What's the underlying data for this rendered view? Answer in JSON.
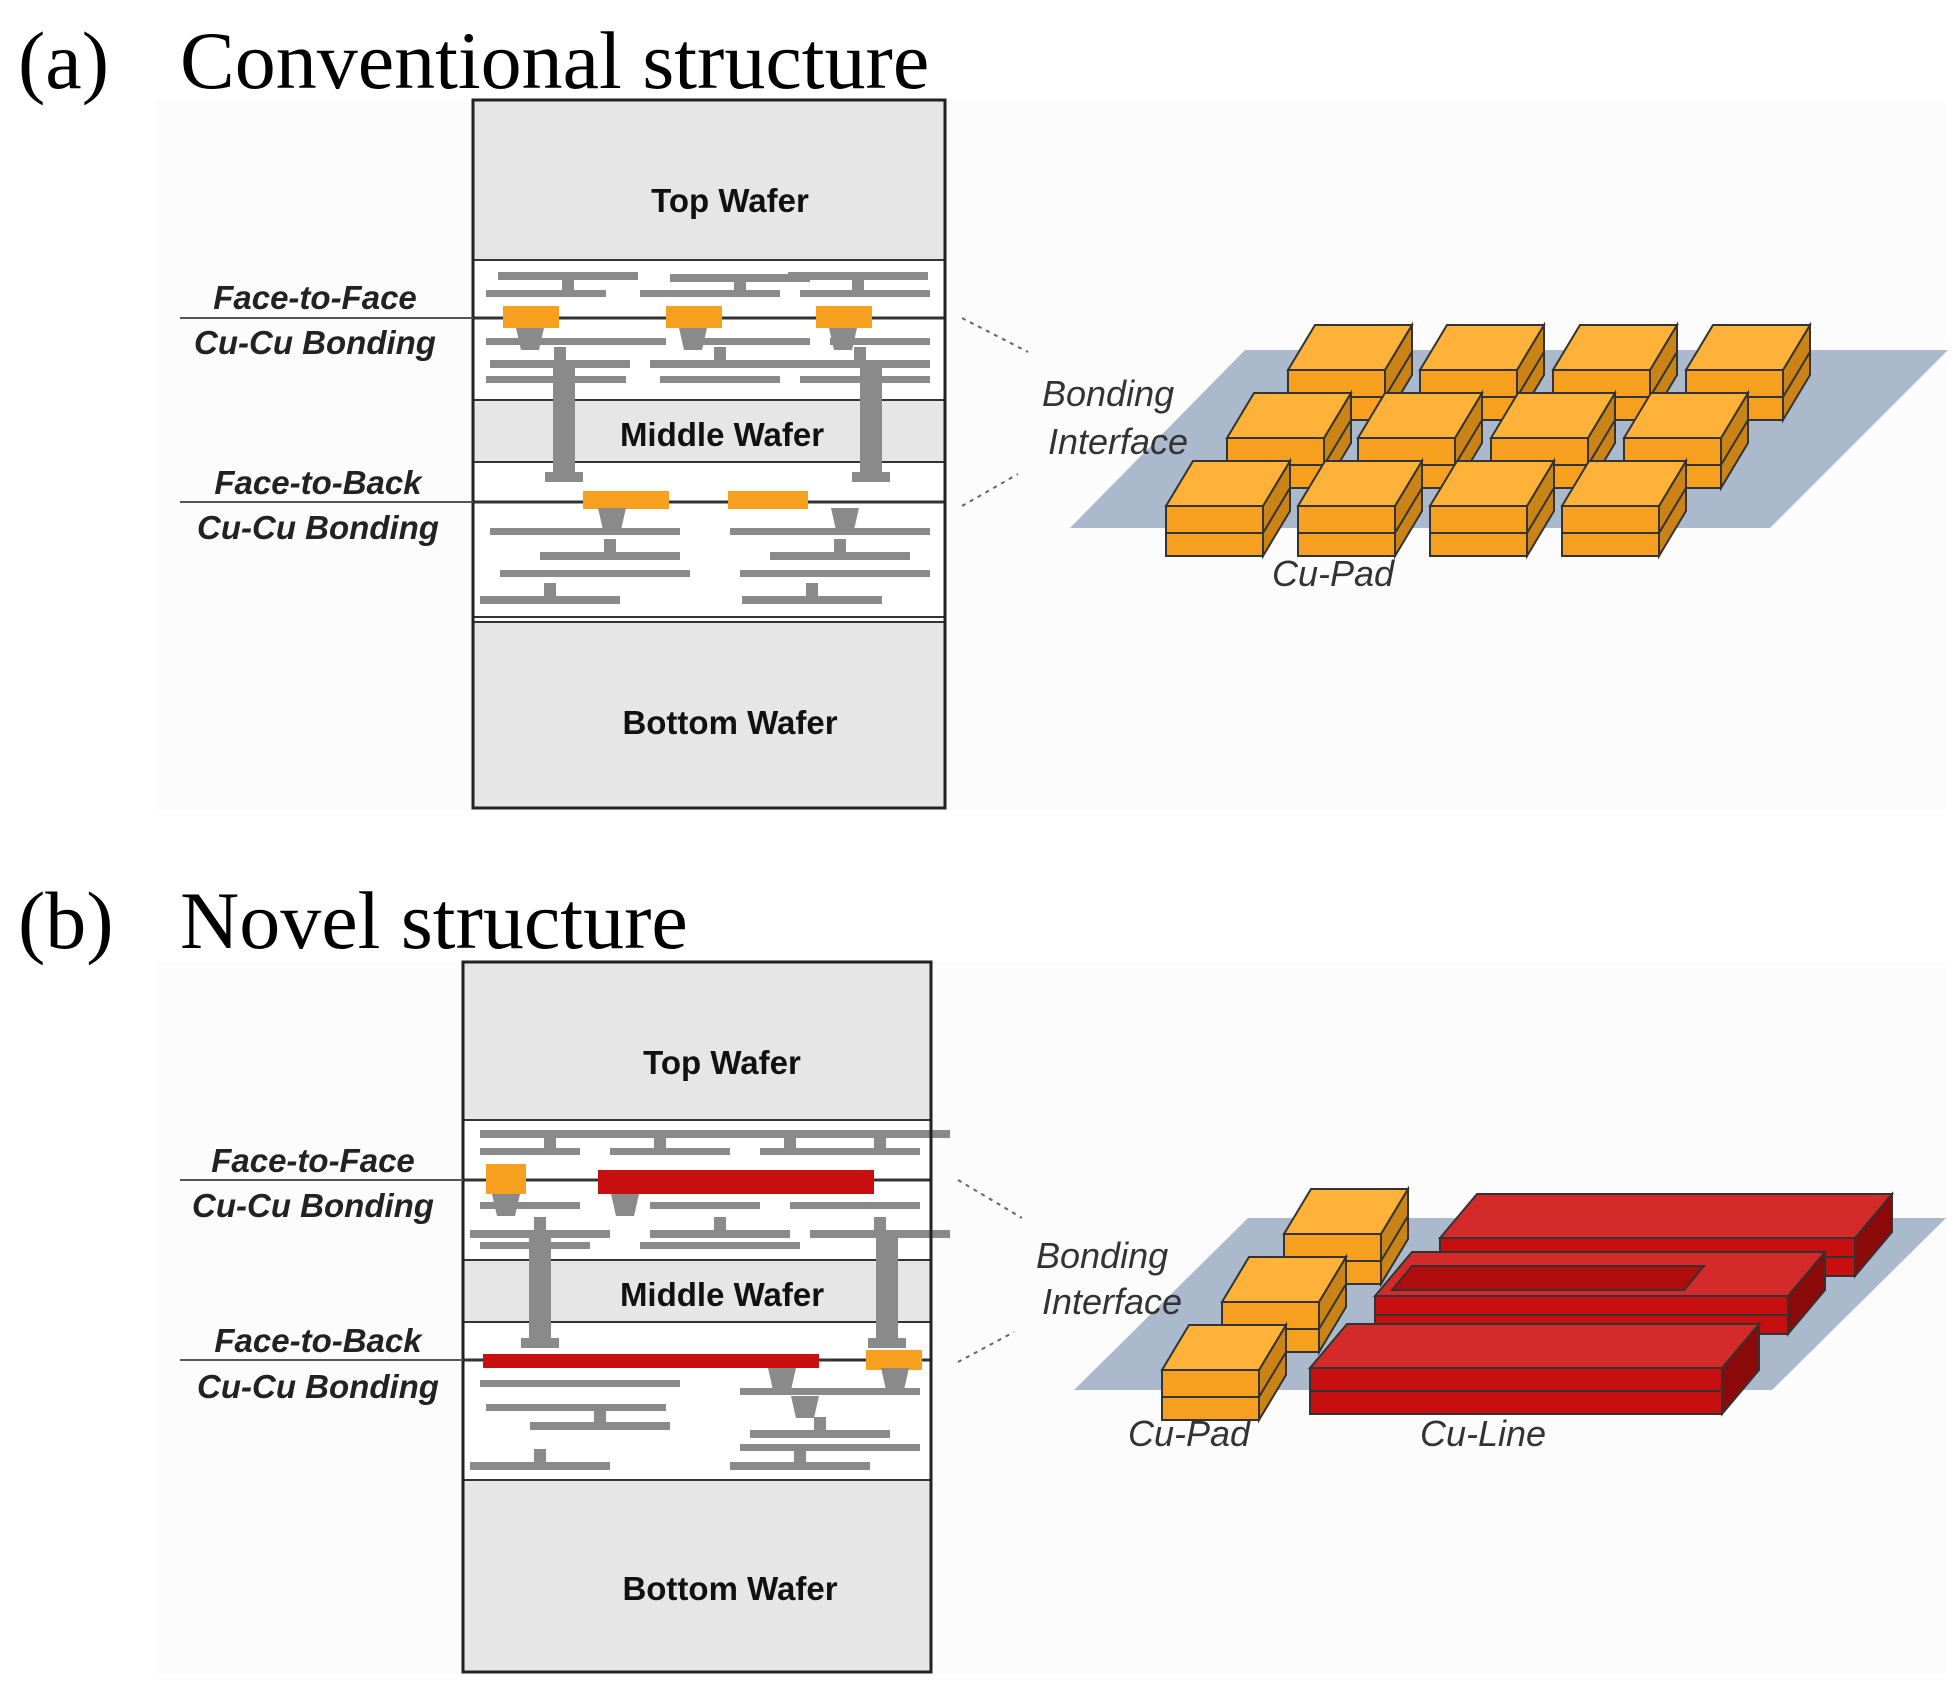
{
  "panels": [
    {
      "id": "a",
      "heading": {
        "tag": "(a)",
        "title": "Conventional structure"
      },
      "wafers": {
        "top": "Top Wafer",
        "middle": "Middle Wafer",
        "bottom": "Bottom Wafer"
      },
      "side_labels": {
        "f2f_line1": "Face-to-Face",
        "f2f_line2": "Cu-Cu Bonding",
        "f2b_line1": "Face-to-Back",
        "f2b_line2": "Cu-Cu Bonding"
      },
      "iso": {
        "interface_line1": "Bonding",
        "interface_line2": "Interface",
        "pad": "Cu-Pad"
      }
    },
    {
      "id": "b",
      "heading": {
        "tag": "(b)",
        "title": "Novel structure"
      },
      "wafers": {
        "top": "Top Wafer",
        "middle": "Middle Wafer",
        "bottom": "Bottom Wafer"
      },
      "side_labels": {
        "f2f_line1": "Face-to-Face",
        "f2f_line2": "Cu-Cu Bonding",
        "f2b_line1": "Face-to-Back",
        "f2b_line2": "Cu-Cu Bonding"
      },
      "iso": {
        "interface_line1": "Bonding",
        "interface_line2": "Interface",
        "pad": "Cu-Pad",
        "line": "Cu-Line"
      }
    }
  ],
  "colors": {
    "wafer_fill": "#e6e6e6",
    "metal": "#8a8a8a",
    "cu_pad": "#f7a020",
    "cu_line": "#c80f0f",
    "interface_plane": "#aab9cc",
    "outline": "#222222"
  }
}
